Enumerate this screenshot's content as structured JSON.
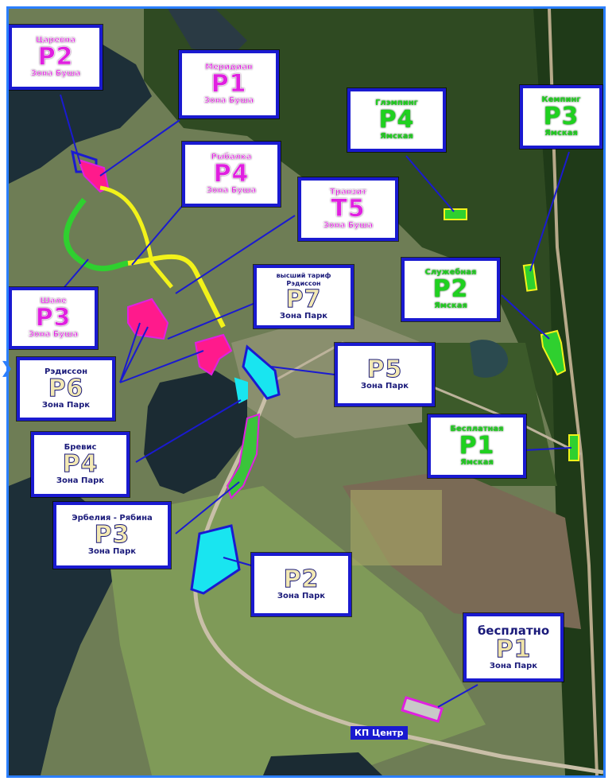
{
  "labels": {
    "tsarevna": {
      "name": "Царевна",
      "code": "P2",
      "zone": "Зона Буша"
    },
    "meridian": {
      "name": "Меридиан",
      "code": "P1",
      "zone": "Зона Буша"
    },
    "rybalka": {
      "name": "Рыбалка",
      "code": "P4",
      "zone": "Зона Буша"
    },
    "transit": {
      "name": "Транзит",
      "code": "T5",
      "zone": "Зона Буша"
    },
    "shale": {
      "name": "Шале",
      "code": "P3",
      "zone": "Зона Буша"
    },
    "radisson_high": {
      "name": "высший тариф Рэдиссон",
      "code": "P7",
      "zone": "Зона Парк"
    },
    "radisson": {
      "name": "Рэдиссон",
      "code": "P6",
      "zone": "Зона Парк"
    },
    "p5": {
      "name": "",
      "code": "P5",
      "zone": "Зона Парк"
    },
    "brevis": {
      "name": "Бревис",
      "code": "P4",
      "zone": "Зона Парк"
    },
    "erbelia": {
      "name": "Эрбелия - Рябина",
      "code": "P3",
      "zone": "Зона Парк"
    },
    "p2park": {
      "name": "",
      "code": "P2",
      "zone": "Зона Парк"
    },
    "glamping": {
      "name": "Глэмпинг",
      "code": "P4",
      "zone": "Ямская"
    },
    "camping": {
      "name": "Кемпинг",
      "code": "P3",
      "zone": "Ямская"
    },
    "service": {
      "name": "Служебная",
      "code": "P2",
      "zone": "Ямская"
    },
    "free_yam": {
      "name": "Бесплатная",
      "code": "P1",
      "zone": "Ямская"
    },
    "free_park": {
      "name": "бесплатно",
      "code": "P1",
      "zone": "Зона Парк"
    }
  },
  "kp_center": "КП Центр",
  "colors": {
    "frame": "#2b7fff",
    "label_border": "#1a1ad0",
    "magenta": "#e020e0",
    "green": "#1fd11f",
    "yellow": "#f2f21a",
    "cyan": "#19e5f0",
    "pink": "#ff1a8c"
  }
}
